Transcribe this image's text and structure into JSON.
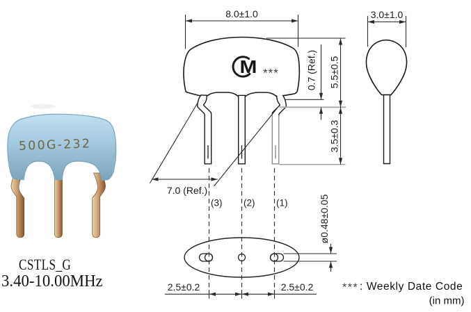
{
  "photo": {
    "marking": "500G-232",
    "caption_model": "CSTLS_G",
    "caption_range": "3.40-10.00MHz"
  },
  "front_view": {
    "dim_body_width": "8.0±1.0",
    "dim_standoff": "0.7 (Ref.)",
    "dim_body_height": "5.5±0.5",
    "dim_lead_length": "3.5±0.3",
    "dim_lead_span": "7.0 (Ref.)",
    "logo_letter": "M",
    "date_code_mark": "***",
    "pin_labels": {
      "pin3": "(3)",
      "pin2": "(2)",
      "pin1": "(1)"
    }
  },
  "bottom_view": {
    "dim_pitch_left": "2.5±0.2",
    "dim_pitch_right": "2.5±0.2",
    "dim_lead_diameter": "ø0.48±0.05"
  },
  "side_view": {
    "dim_body_thickness": "3.0±1.0"
  },
  "notes": {
    "date_code_mark": "***",
    "date_code_label": ": Weekly Date Code",
    "units": "(in mm)"
  },
  "colors": {
    "body_blue": "#a6cce0",
    "lead_copper": "#c89c6b",
    "marking_brown": "#6e5c36"
  }
}
